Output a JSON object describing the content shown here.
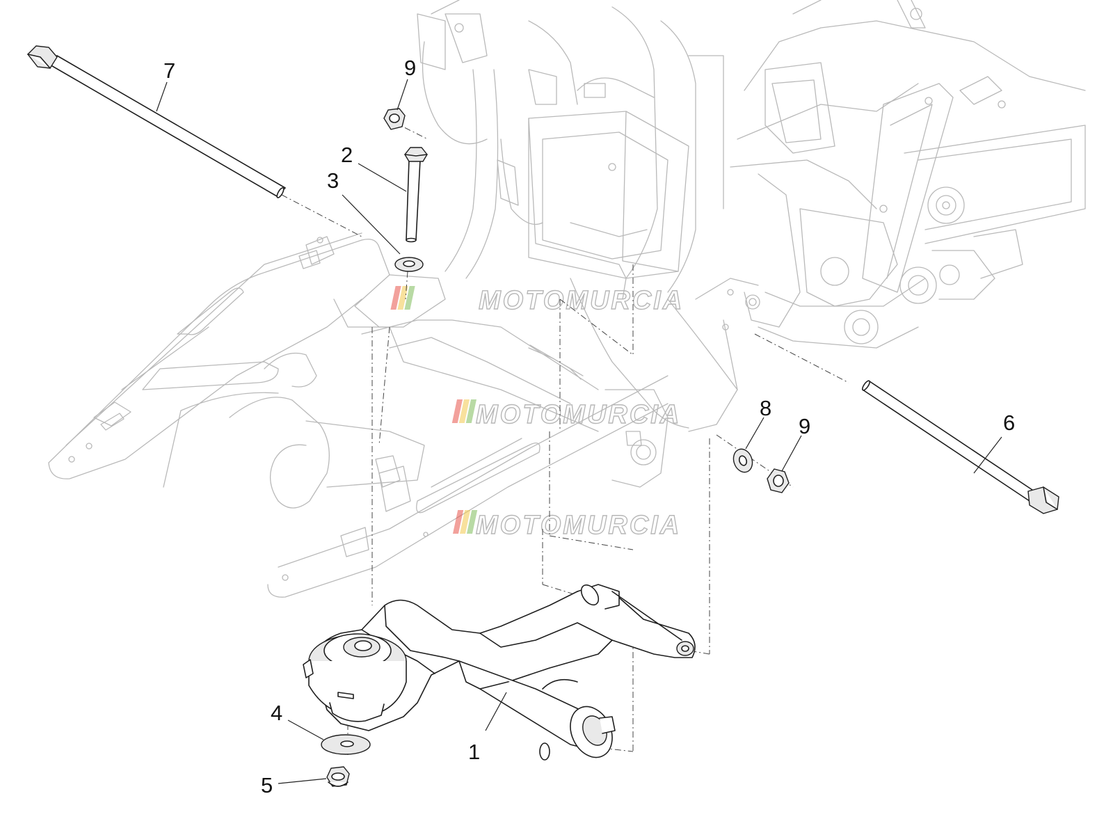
{
  "watermark": {
    "text": "MOTOMURCIA",
    "stripe_colors": [
      "#e8534a",
      "#f2c94c",
      "#7dbb5a"
    ]
  },
  "callouts": [
    {
      "id": "1",
      "label": "1",
      "part": "swing-arm"
    },
    {
      "id": "2",
      "label": "2",
      "part": "short-bolt"
    },
    {
      "id": "3",
      "label": "3",
      "part": "washer-top"
    },
    {
      "id": "4",
      "label": "4",
      "part": "washer-bottom"
    },
    {
      "id": "5",
      "label": "5",
      "part": "nut-bottom"
    },
    {
      "id": "6",
      "label": "6",
      "part": "long-bolt-right"
    },
    {
      "id": "7",
      "label": "7",
      "part": "long-bolt-left"
    },
    {
      "id": "8",
      "label": "8",
      "part": "washer-right"
    },
    {
      "id": "9a",
      "label": "9",
      "part": "nut-top"
    },
    {
      "id": "9b",
      "label": "9",
      "part": "nut-right"
    }
  ]
}
